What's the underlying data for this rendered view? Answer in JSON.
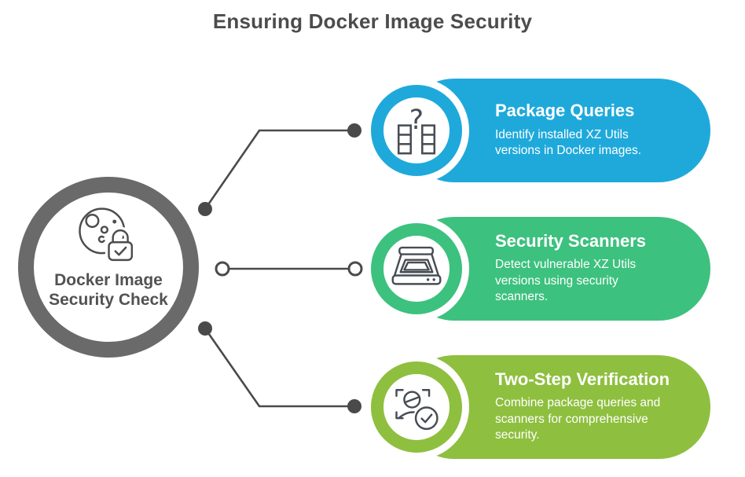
{
  "title": "Ensuring Docker Image Security",
  "colors": {
    "blue": "#1FA9DB",
    "green": "#3DC17E",
    "lime": "#8EBF3F",
    "hub_ring_gray": "#6A6A6A",
    "connector_gray": "#4A4A4A",
    "title_text": "#4C4C4C",
    "icon_stroke": "#474D54",
    "card_text": "#FFFFFF"
  },
  "hub": {
    "icon": "docker-scan-lock-icon",
    "label_line1": "Docker Image",
    "label_line2": "Security Check"
  },
  "cards": [
    {
      "title": "Package Queries",
      "description": "Identify installed XZ Utils versions in Docker images.",
      "color": "#1FA9DB",
      "icon": "package-question-icon"
    },
    {
      "title": "Security Scanners",
      "description": "Detect vulnerable XZ Utils versions using security scanners.",
      "color": "#3DC17E",
      "icon": "scanner-icon"
    },
    {
      "title": "Two-Step Verification",
      "description": "Combine package queries and scanners for comprehensive security.",
      "color": "#8EBF3F",
      "icon": "person-verify-check-icon"
    }
  ]
}
